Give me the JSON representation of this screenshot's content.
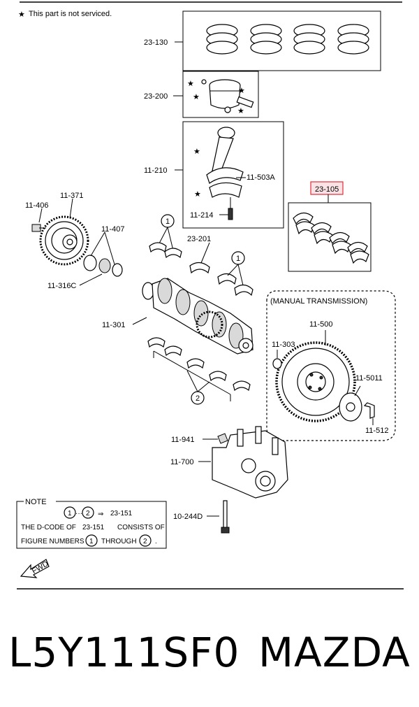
{
  "header_note": "This part is not serviced.",
  "labels": {
    "l23_130": "23-130",
    "l23_200": "23-200",
    "l11_210": "11-210",
    "l11_503a": "11-503A",
    "l11_214": "11-214",
    "l23_105": "23-105",
    "l11_406": "11-406",
    "l11_371": "11-371",
    "l11_407": "11-407",
    "l11_316c": "11-316C",
    "l23_201": "23-201",
    "l11_301": "11-301",
    "manual_transmission": "(MANUAL TRANSMISSION)",
    "l11_500": "11-500",
    "l11_303": "11-303",
    "l11_5011": "11-5011",
    "l11_512": "11-512",
    "l11_941": "11-941",
    "l11_700": "11-700",
    "l10_244d": "10-244D",
    "circle1": "1",
    "circle2": "2"
  },
  "note": {
    "heading": "NOTE",
    "range_from": "1",
    "range_dots": "···",
    "range_to": "2",
    "arrow": "⇒",
    "code": "23-151",
    "line2_a": "THE D-CODE OF",
    "line2_b": "23-151",
    "line2_c": "CONSISTS OF",
    "line3_a": "FIGURE NUMBERS",
    "line3_b": "THROUGH",
    "line3_period": "."
  },
  "fwd_label": "FWD",
  "footer": {
    "part_number": "L5Y111SF0",
    "brand": "MAZDA"
  },
  "colors": {
    "highlight": "#e0303a"
  }
}
